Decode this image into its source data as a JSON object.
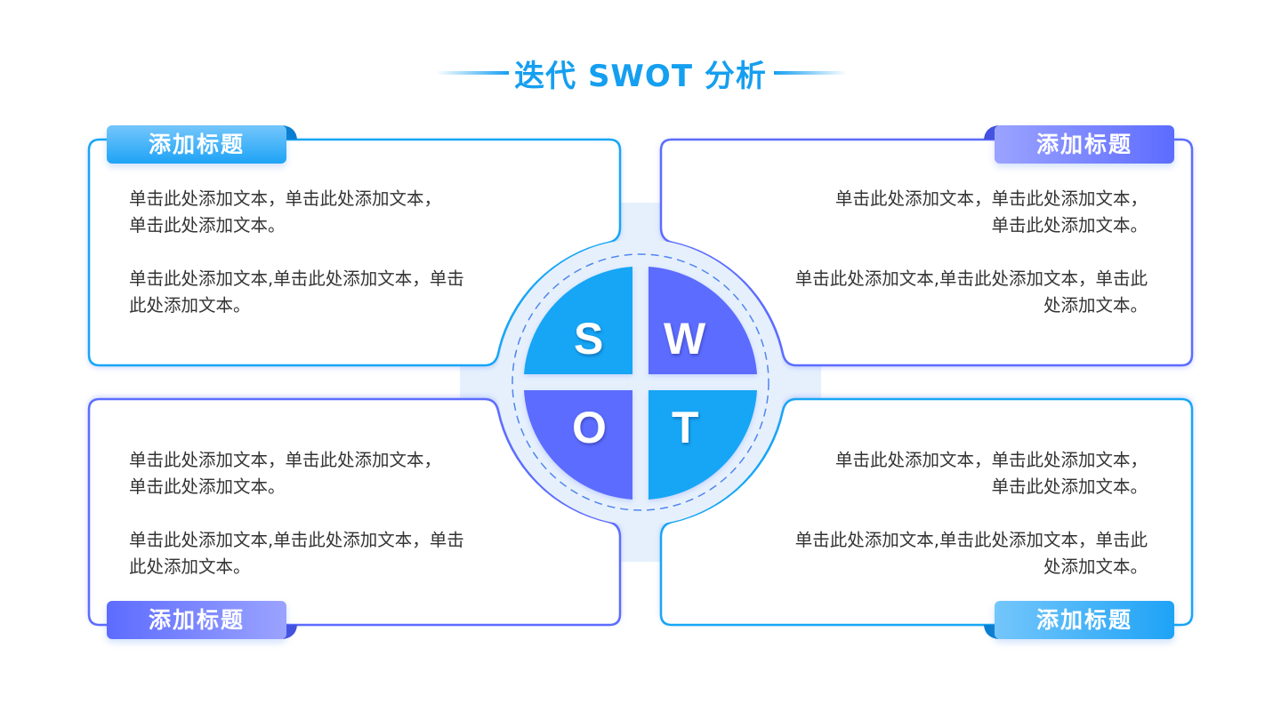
{
  "title": "迭代 SWOT 分析",
  "colors": {
    "blue": "#13a6f5",
    "purple": "#5b6cff",
    "ring_bg": "#e6f0fd"
  },
  "swot": [
    "S",
    "W",
    "O",
    "T"
  ],
  "cards": [
    {
      "heading": "添加标题",
      "p1": "单击此处添加文本，单击此处添加文本，单击此处添加文本。",
      "p2": "单击此处添加文本,单击此处添加文本，单击此处添加文本。"
    },
    {
      "heading": "添加标题",
      "p1": "单击此处添加文本，单击此处添加文本，单击此处添加文本。",
      "p2": "单击此处添加文本,单击此处添加文本，单击此处添加文本。"
    },
    {
      "heading": "添加标题",
      "p1": "单击此处添加文本，单击此处添加文本，单击此处添加文本。",
      "p2": "单击此处添加文本,单击此处添加文本，单击此处添加文本。"
    },
    {
      "heading": "添加标题",
      "p1": "单击此处添加文本，单击此处添加文本，单击此处添加文本。",
      "p2": "单击此处添加文本,单击此处添加文本，单击此处添加文本。"
    }
  ]
}
